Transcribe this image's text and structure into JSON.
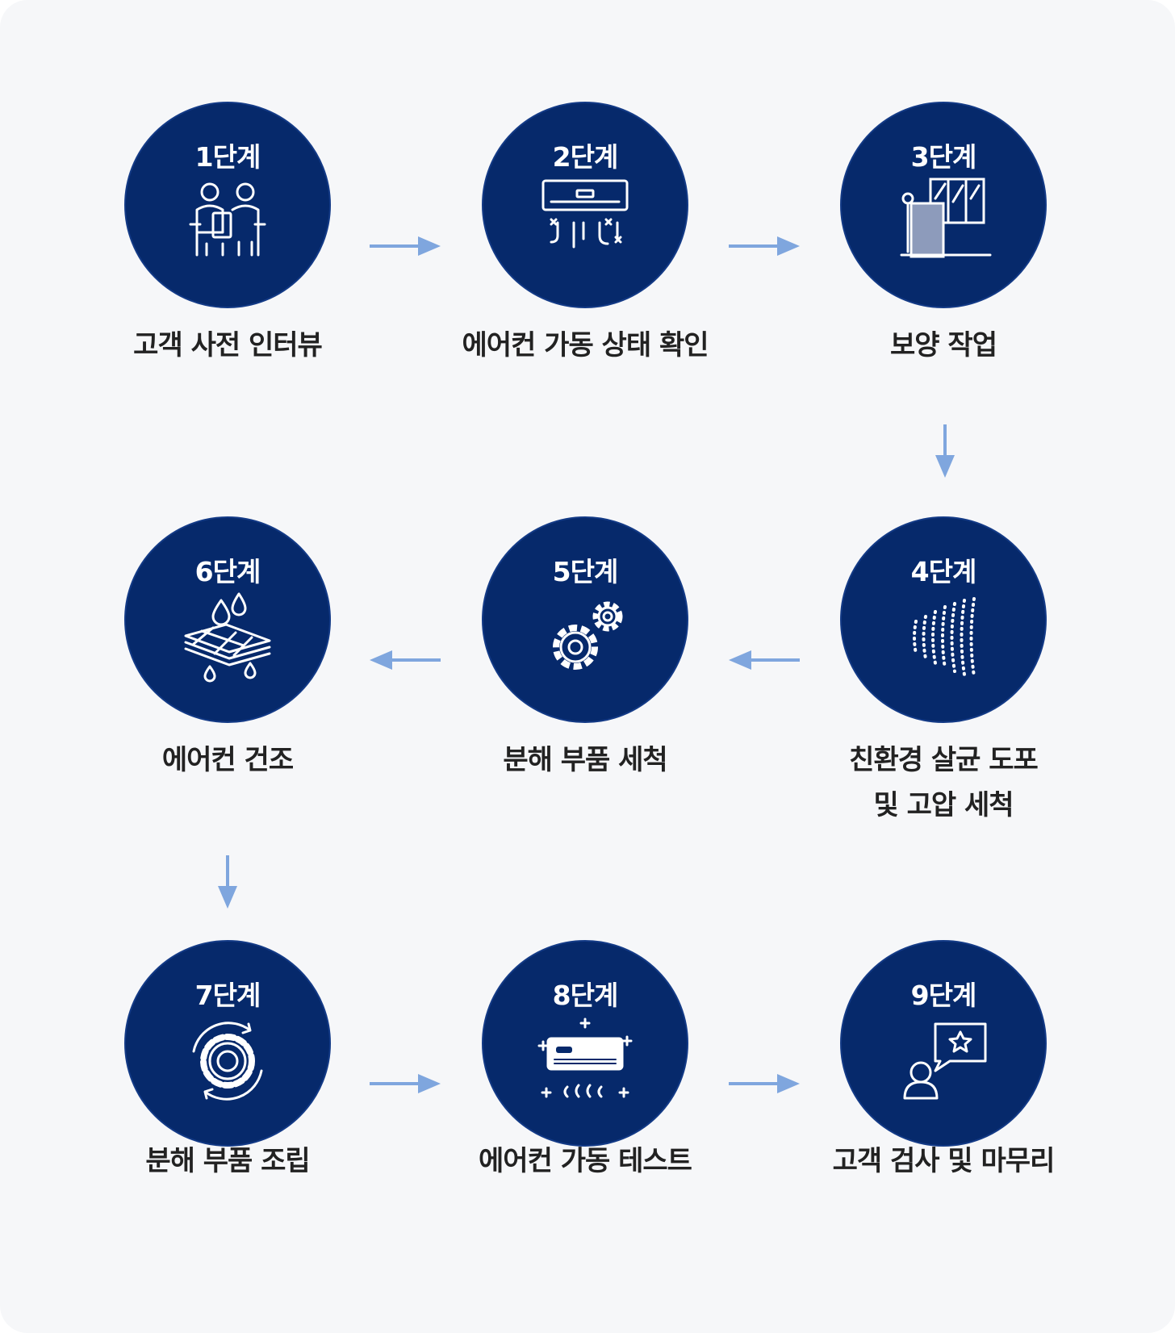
{
  "steps": [
    {
      "num": "1단계",
      "label": "고객 사전 인터뷰",
      "icon": "interview-icon"
    },
    {
      "num": "2단계",
      "label": "에어컨 가동 상태 확인",
      "icon": "air-conditioner-check-icon"
    },
    {
      "num": "3단계",
      "label": "보양 작업",
      "icon": "protective-cover-icon"
    },
    {
      "num": "4단계",
      "label": "친환경 살균 도포",
      "label2": "및 고압 세척",
      "icon": "spray-icon"
    },
    {
      "num": "5단계",
      "label": "분해 부품 세척",
      "icon": "gears-icon"
    },
    {
      "num": "6단계",
      "label": "에어컨 건조",
      "icon": "drying-icon"
    },
    {
      "num": "7단계",
      "label": "분해 부품 조립",
      "icon": "gear-cycle-icon"
    },
    {
      "num": "8단계",
      "label": "에어컨 가동 테스트",
      "icon": "air-conditioner-test-icon"
    },
    {
      "num": "9단계",
      "label": "고객 검사 및 마무리",
      "icon": "customer-review-icon"
    }
  ],
  "colors": {
    "circle": "#06296b",
    "arrow": "#7fa6de",
    "text": "#222222",
    "background": "#f6f7f9"
  }
}
